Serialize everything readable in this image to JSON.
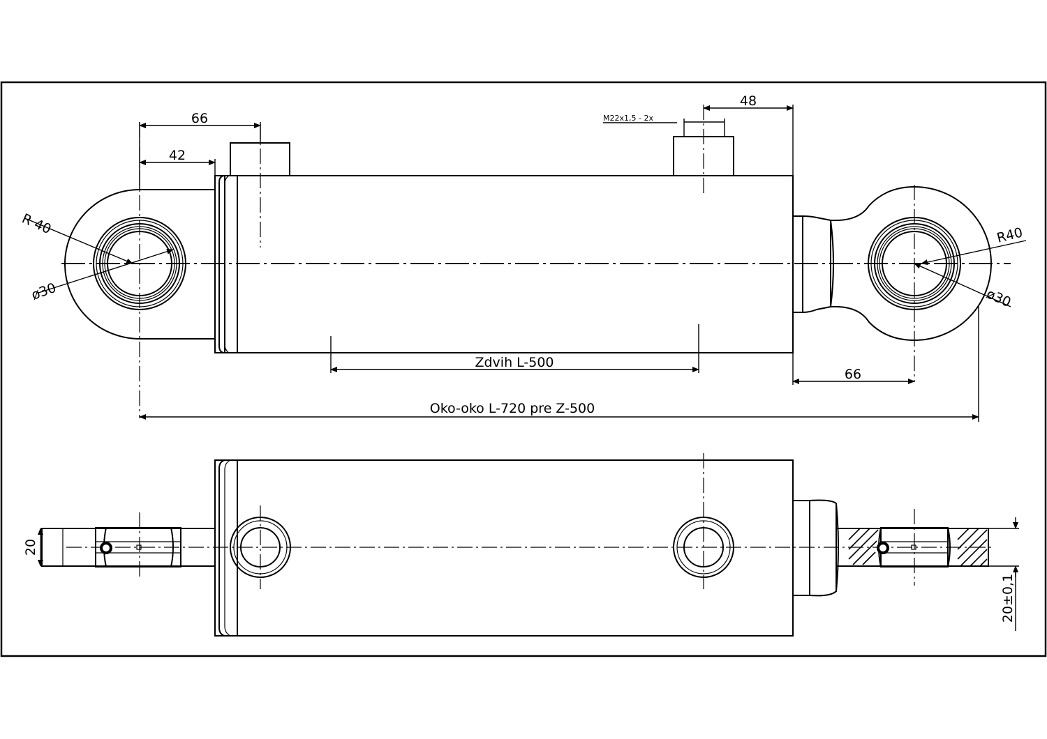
{
  "dimensions": {
    "left_offset_66": "66",
    "left_offset_42": "42",
    "right_offset_48": "48",
    "thread": "M22x1,5 - 2x",
    "left_radius": "R 40",
    "left_bore": "ø30",
    "right_radius": "R40",
    "right_bore": "ø30",
    "stroke": "Zdvih L-500",
    "rod_eye_offset_66": "66",
    "eye_to_eye": "Oko-oko L-720 pre Z-500",
    "eye_width": "20",
    "eye_width_tolerance": "20±0,1"
  }
}
